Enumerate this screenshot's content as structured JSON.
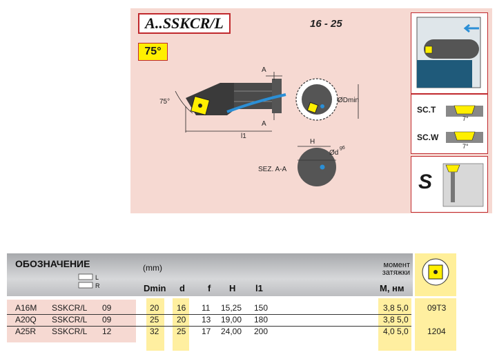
{
  "header": {
    "title": "A..SSKCR/L",
    "range": "16 -  25",
    "approach_angle": "75°"
  },
  "drawing": {
    "dim_a_top": "A",
    "dim_a_bottom": "A",
    "dim_angle": "75°",
    "dim_l1": "l1",
    "dim_dmin": "ØDmin",
    "dim_h": "H",
    "dim_d": "Ød",
    "dim_g6": "g6",
    "section_label": "SEZ. A-A"
  },
  "side_panel": {
    "seat_t": "SC.T",
    "seat_w": "SC.W",
    "seat_angle_1": "7°",
    "seat_angle_2": "7°",
    "clamping": "S"
  },
  "table": {
    "header": {
      "designation": "ОБОЗНАЧЕНИЕ",
      "hand_l": "L",
      "hand_r": "R",
      "unit": "(mm)",
      "moment_1": "момент",
      "moment_2": "затяжки",
      "columns": [
        "Dmin",
        "d",
        "f",
        "H",
        "l1",
        "M, нм"
      ]
    },
    "rows": [
      {
        "code": "A16M",
        "type": "SSKCR/L",
        "size": "09",
        "dmin": "20",
        "d": "16",
        "f": "11",
        "h": "15,25",
        "l1": "150",
        "moment": "3,8  5,0",
        "insert": "09T3"
      },
      {
        "code": "A20Q",
        "type": "SSKCR/L",
        "size": "09",
        "dmin": "25",
        "d": "20",
        "f": "13",
        "h": "19,00",
        "l1": "180",
        "moment": "3,8  5,0",
        "insert": ""
      },
      {
        "code": "A25R",
        "type": "SSKCR/L",
        "size": "12",
        "dmin": "32",
        "d": "25",
        "f": "17",
        "h": "24,00",
        "l1": "200",
        "moment": "4,0  5,0",
        "insert": "1204"
      }
    ]
  },
  "colors": {
    "panel_pink": "#f6d9d2",
    "accent_red": "#c0282d",
    "badge_yellow": "#ffef00",
    "column_yellow": "#ffefa0",
    "insert_blue": "#2b8fd6"
  }
}
